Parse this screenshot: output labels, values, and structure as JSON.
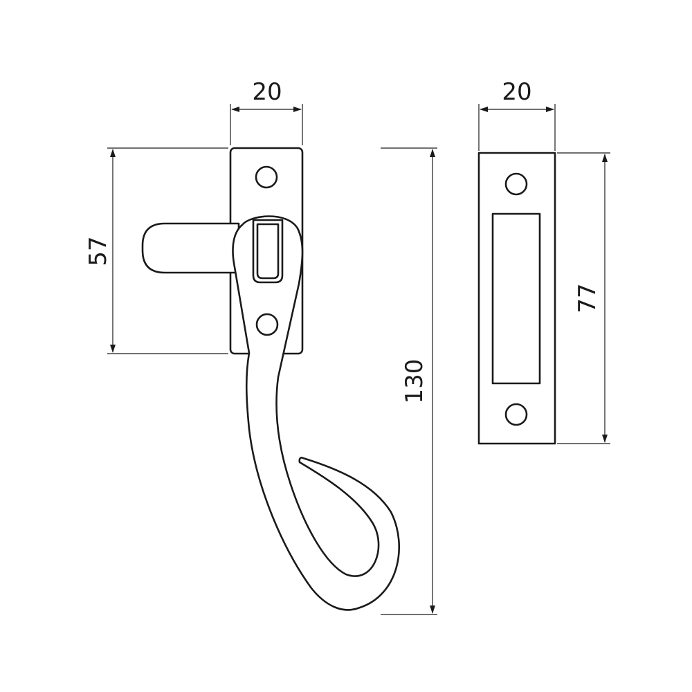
{
  "drawing": {
    "dimensions": {
      "handle_width": "20",
      "handle_plate_height": "57",
      "overall_length": "130",
      "keep_width": "20",
      "keep_height": "77"
    }
  }
}
